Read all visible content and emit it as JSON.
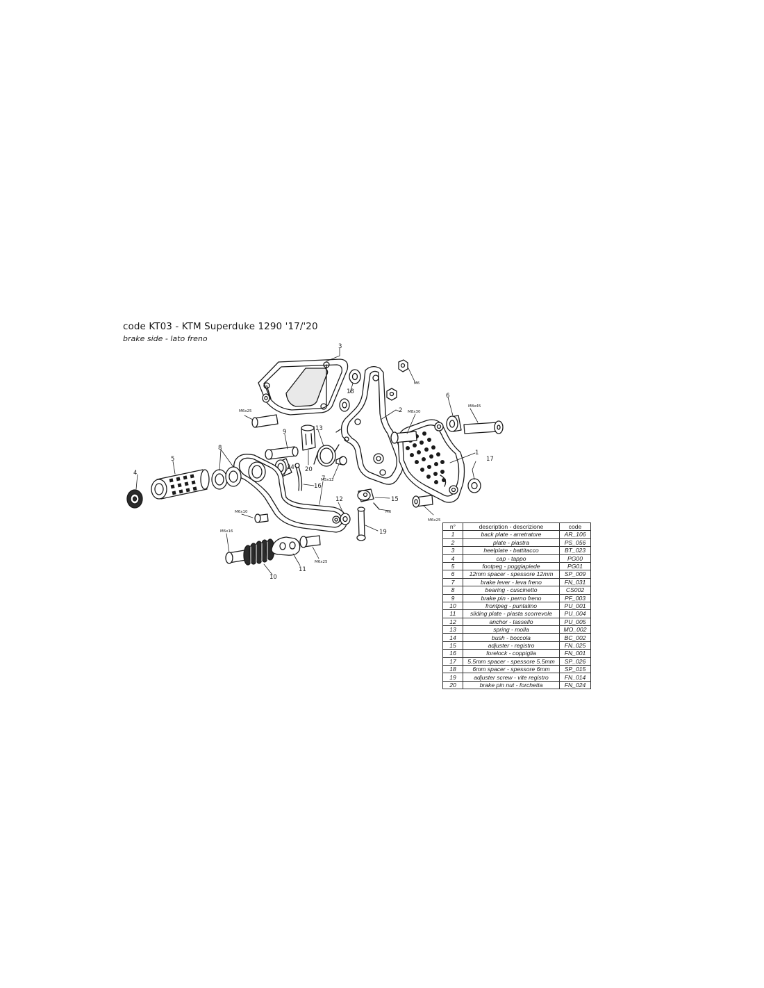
{
  "header": {
    "title": "code KT03 - KTM Superduke 1290  '17/'20",
    "subtitle": "brake side - lato freno"
  },
  "diagram": {
    "callouts": [
      "1",
      "2",
      "3",
      "4",
      "5",
      "6",
      "7",
      "8",
      "9",
      "10",
      "11",
      "12",
      "13",
      "14",
      "15",
      "16",
      "17",
      "18",
      "19",
      "20"
    ],
    "screw_labels": {
      "m6x25_a": "M6x25",
      "m6": "M6",
      "m8x30": "M8x30",
      "m8x45": "M8x45",
      "m5x12": "M5x12",
      "m6_b": "M6",
      "m6x25_b": "M6x25",
      "m6x10": "M6x10",
      "m6x16": "M6x16",
      "m6x25_c": "M6x25"
    }
  },
  "parts_table": {
    "headers": [
      "n°",
      "description - descrizione",
      "code"
    ],
    "rows": [
      {
        "n": "1",
        "description": "back plate - arretratore",
        "code": "AR_106"
      },
      {
        "n": "2",
        "description": "plate - piastra",
        "code": "PS_056"
      },
      {
        "n": "3",
        "description": "heelplate - battitacco",
        "code": "BT_023"
      },
      {
        "n": "4",
        "description": "cap - tappo",
        "code": "PG00"
      },
      {
        "n": "5",
        "description": "footpeg - poggiapiede",
        "code": "PG01"
      },
      {
        "n": "6",
        "description": "12mm spacer - spessore 12mm",
        "code": "SP_009"
      },
      {
        "n": "7",
        "description": "brake lever - leva freno",
        "code": "FN_031"
      },
      {
        "n": "8",
        "description": "bearing - cuscinetto",
        "code": "CS002"
      },
      {
        "n": "9",
        "description": "brake pin - perno freno",
        "code": "PF_003"
      },
      {
        "n": "10",
        "description": "frontpeg - puntalino",
        "code": "PU_001"
      },
      {
        "n": "11",
        "description": "sliding plate - piasta scorrevole",
        "code": "PU_004"
      },
      {
        "n": "12",
        "description": "anchor - tassello",
        "code": "PU_005"
      },
      {
        "n": "13",
        "description": "spring - molla",
        "code": "MO_002"
      },
      {
        "n": "14",
        "description": "bush - boccola",
        "code": "BC_002"
      },
      {
        "n": "15",
        "description": "adjuster - registro",
        "code": "FN_025"
      },
      {
        "n": "16",
        "description": "forelock - coppiglia",
        "code": "FN_001"
      },
      {
        "n": "17",
        "description": "5.5mm spacer - spessore 5.5mm",
        "code": "SP_026"
      },
      {
        "n": "18",
        "description": "6mm spacer - spessore 6mm",
        "code": "SP_015"
      },
      {
        "n": "19",
        "description": "adjuster screw - vite registro",
        "code": "FN_014"
      },
      {
        "n": "20",
        "description": "brake pin nut - forchetta",
        "code": "FN_024"
      }
    ]
  },
  "colors": {
    "line": "#1a1a1a",
    "fill": "#ffffff",
    "dark_fill": "#2b2b2b"
  }
}
